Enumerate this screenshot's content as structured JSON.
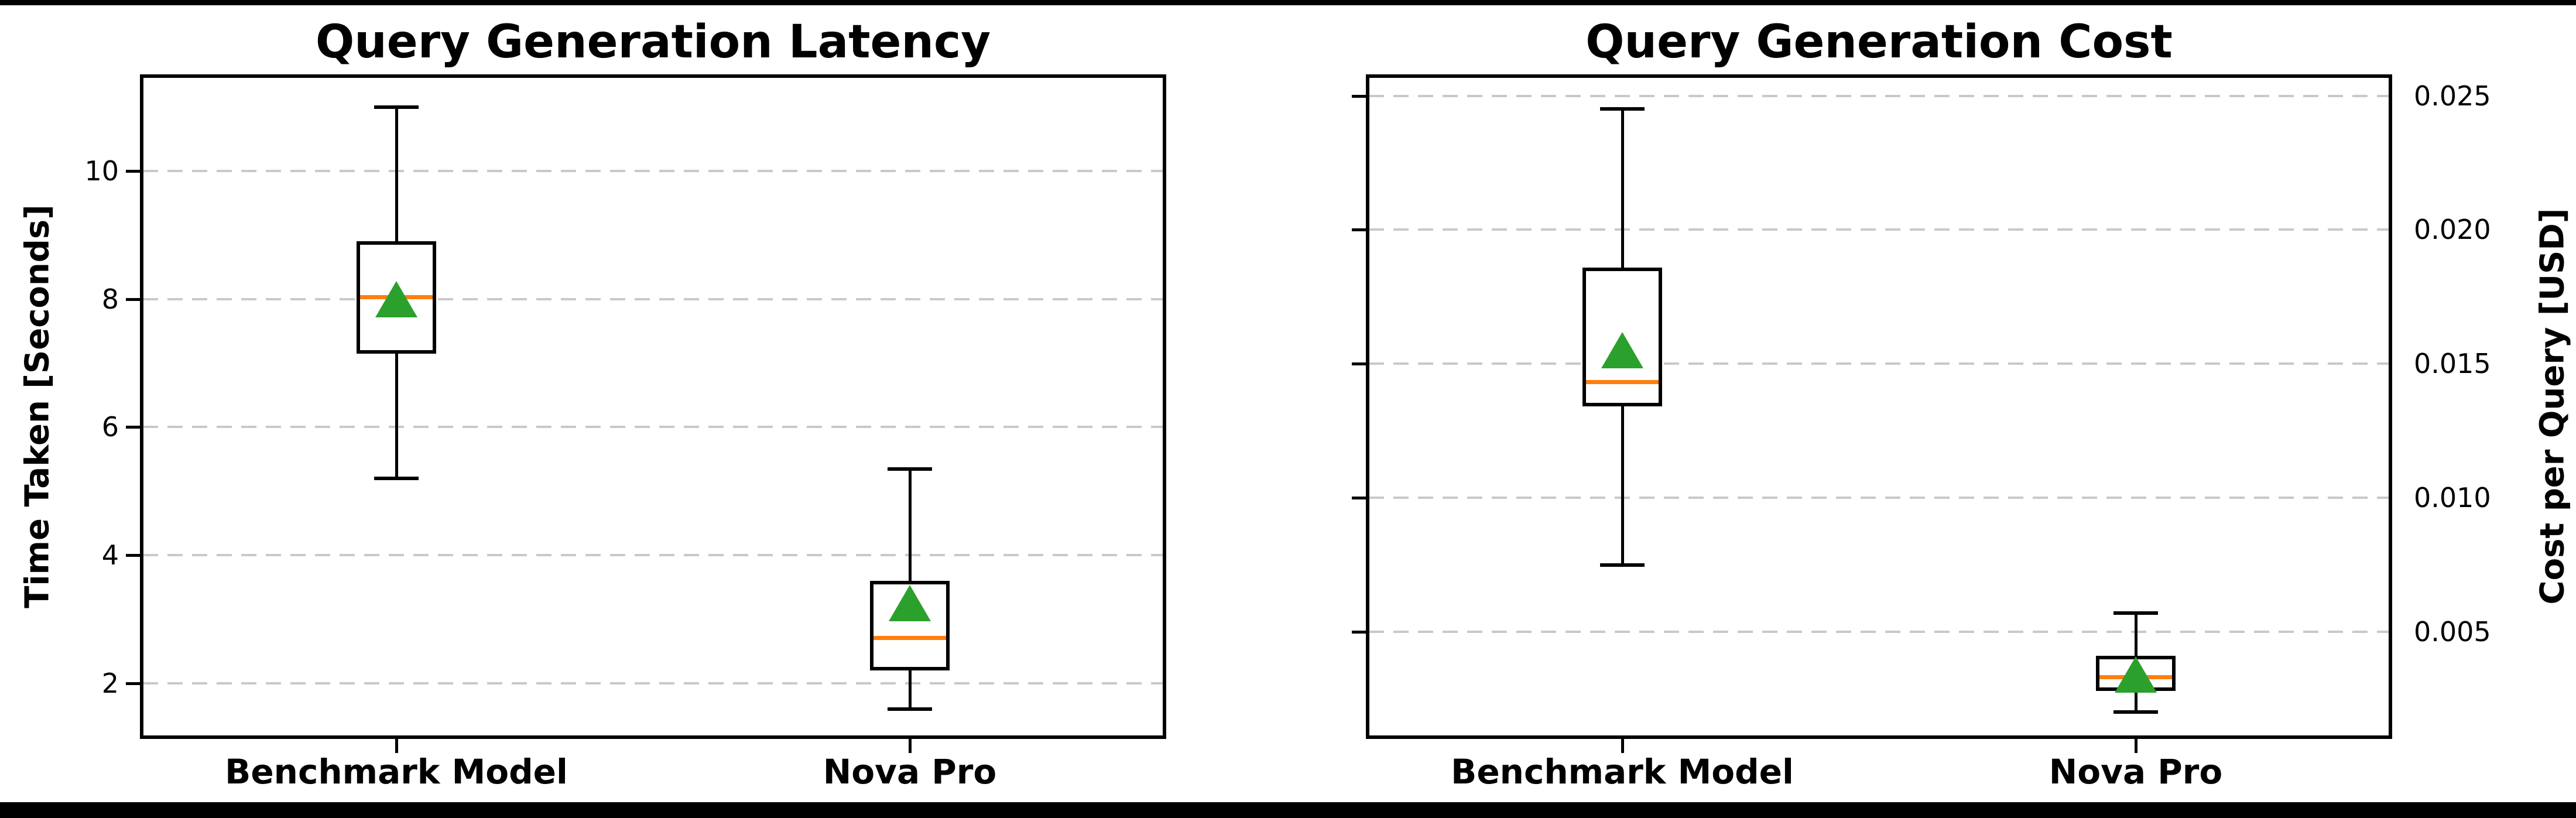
{
  "page": {
    "background": "#ffffff",
    "top_edge_bar_color": "#000000",
    "bottom_edge_bar_color": "#000000"
  },
  "colors": {
    "box_edge": "#000000",
    "whisker": "#000000",
    "median_line": "#ff7f0e",
    "mean_marker": "#2ca02c",
    "gridline": "#c9c9c9",
    "axis_frame": "#000000",
    "text": "#000000"
  },
  "chart_data": [
    {
      "type": "boxplot",
      "title": "Query Generation Latency",
      "ylabel": "Time Taken [Seconds]",
      "ylabel_side": "left",
      "ytick_label_side": "left",
      "grid": "horizontal-dashed",
      "categories": [
        "Benchmark Model",
        "Nova Pro"
      ],
      "ylim": [
        1.13,
        11.51
      ],
      "yticks": [
        2,
        4,
        6,
        8,
        10
      ],
      "ytick_labels": [
        "2",
        "4",
        "6",
        "8",
        "10"
      ],
      "boxes": [
        {
          "category": "Benchmark Model",
          "whisker_low": 5.2,
          "q1": 7.15,
          "median": 8.03,
          "mean": 8.0,
          "q3": 8.9,
          "whisker_high": 11.0
        },
        {
          "category": "Nova Pro",
          "whisker_low": 1.6,
          "q1": 2.2,
          "median": 2.7,
          "mean": 3.25,
          "q3": 3.6,
          "whisker_high": 5.35
        }
      ]
    },
    {
      "type": "boxplot",
      "title": "Query Generation Cost",
      "ylabel": "Cost per Query [USD]",
      "ylabel_side": "right",
      "ytick_label_side": "right",
      "grid": "horizontal-dashed",
      "categories": [
        "Benchmark Model",
        "Nova Pro"
      ],
      "ylim": [
        0.001,
        0.0258
      ],
      "yticks": [
        0.005,
        0.01,
        0.015,
        0.02,
        0.025
      ],
      "ytick_labels": [
        "0.005",
        "0.010",
        "0.015",
        "0.020",
        "0.025"
      ],
      "boxes": [
        {
          "category": "Benchmark Model",
          "whisker_low": 0.0075,
          "q1": 0.0134,
          "median": 0.0143,
          "mean": 0.0155,
          "q3": 0.0186,
          "whisker_high": 0.0245
        },
        {
          "category": "Nova Pro",
          "whisker_low": 0.002,
          "q1": 0.0028,
          "median": 0.0033,
          "mean": 0.0034,
          "q3": 0.0041,
          "whisker_high": 0.0057
        }
      ]
    }
  ]
}
